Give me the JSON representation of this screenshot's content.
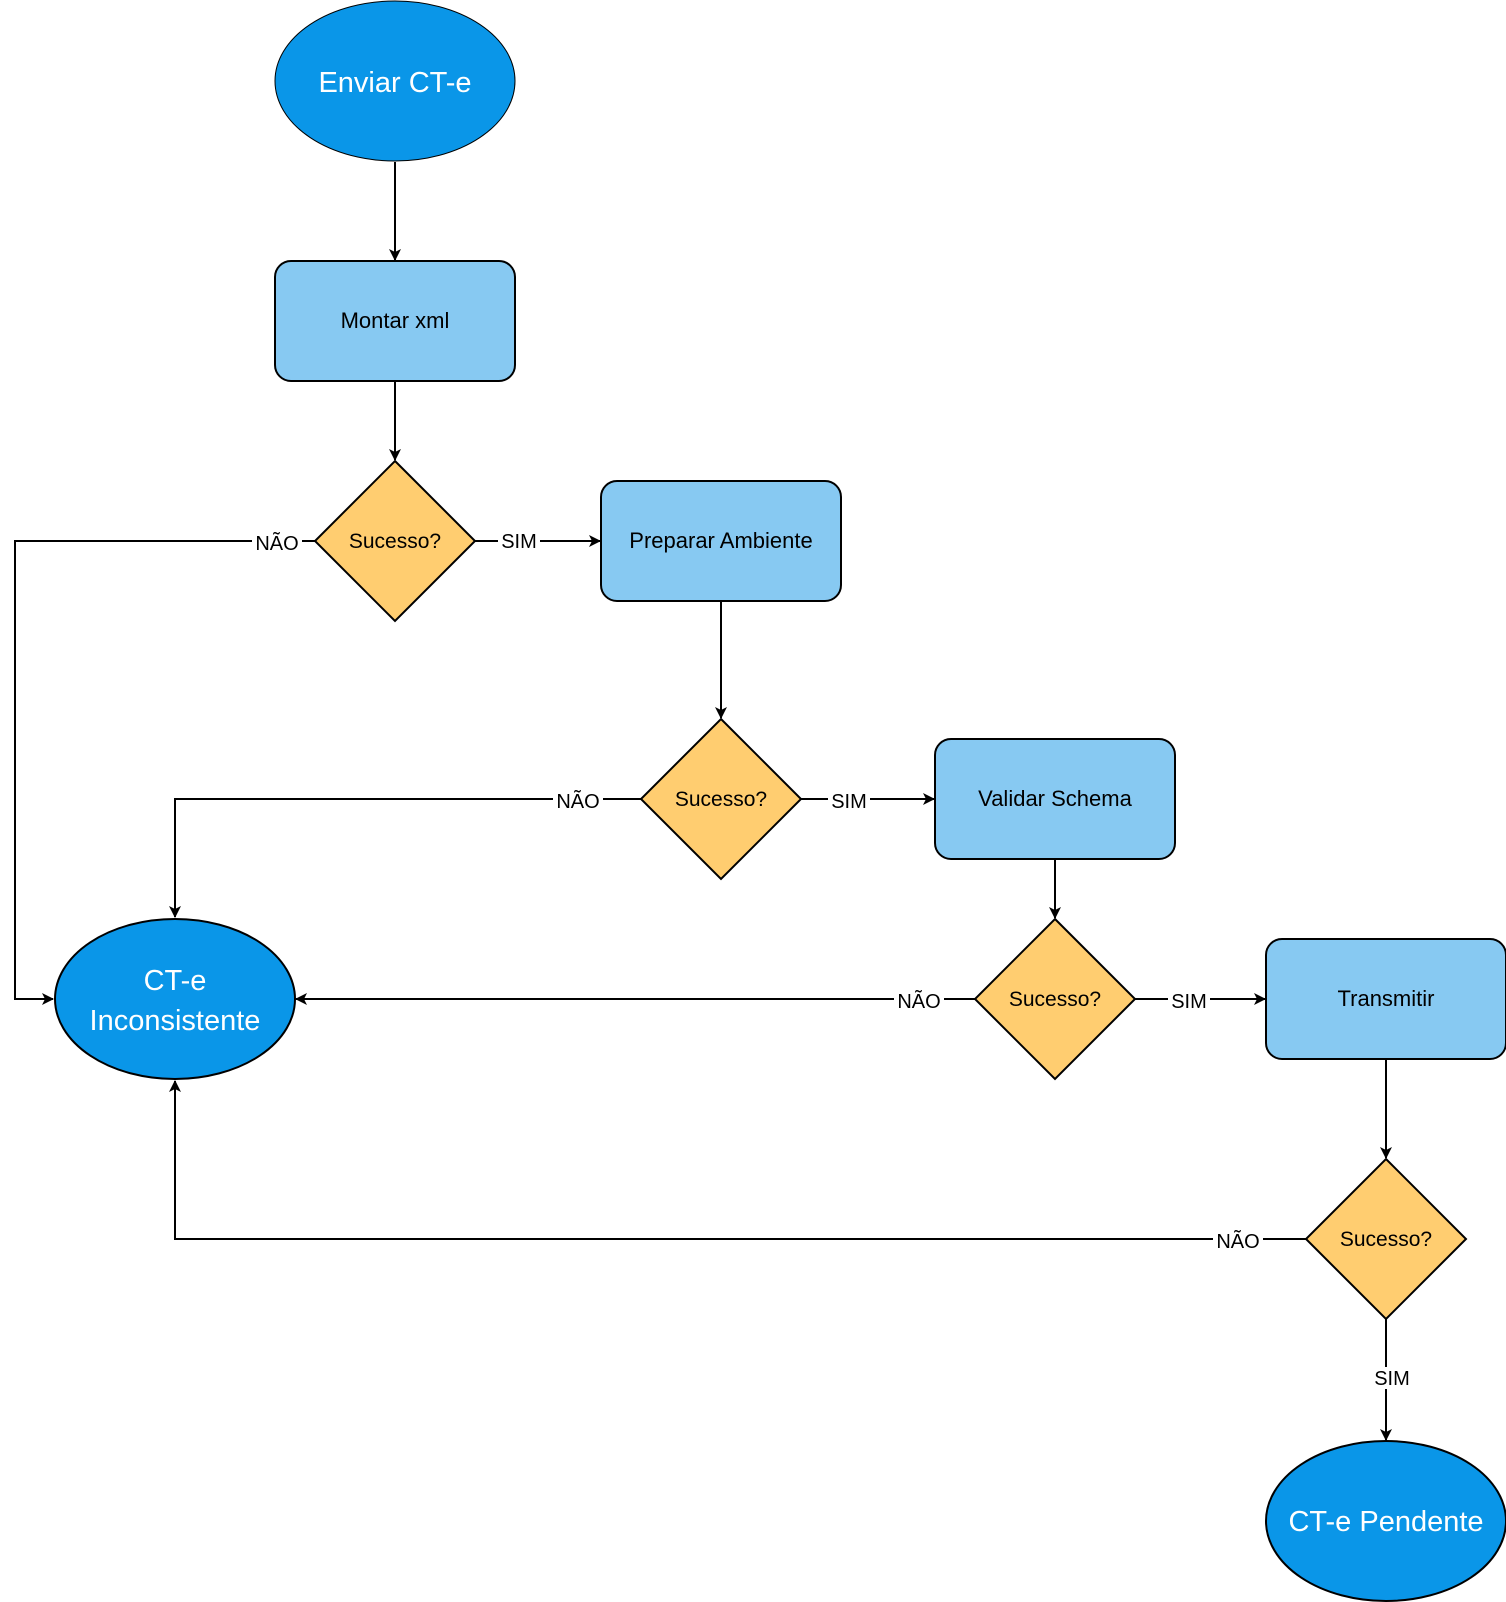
{
  "colors": {
    "terminal_fill": "#0a96e8",
    "process_fill": "#87c9f2",
    "decision_fill": "#ffcd70",
    "stroke": "#000000",
    "terminal_text": "#ffffff",
    "text": "#000000"
  },
  "nodes": {
    "start": "Enviar CT-e",
    "montar": "Montar xml",
    "d1": "Sucesso?",
    "preparar": "Preparar Ambiente",
    "d2": "Sucesso?",
    "validar": "Validar Schema",
    "d3": "Sucesso?",
    "transmitir": "Transmitir",
    "d4": "Sucesso?",
    "inconsistente_line1": "CT-e",
    "inconsistente_line2": "Inconsistente",
    "pendente": "CT-e Pendente"
  },
  "edges": {
    "d1_no": "NÃO",
    "d1_yes": "SIM",
    "d2_no": "NÃO",
    "d2_yes": "SIM",
    "d3_no": "NÃO",
    "d3_yes": "SIM",
    "d4_no": "NÃO",
    "d4_yes": "SIM"
  }
}
